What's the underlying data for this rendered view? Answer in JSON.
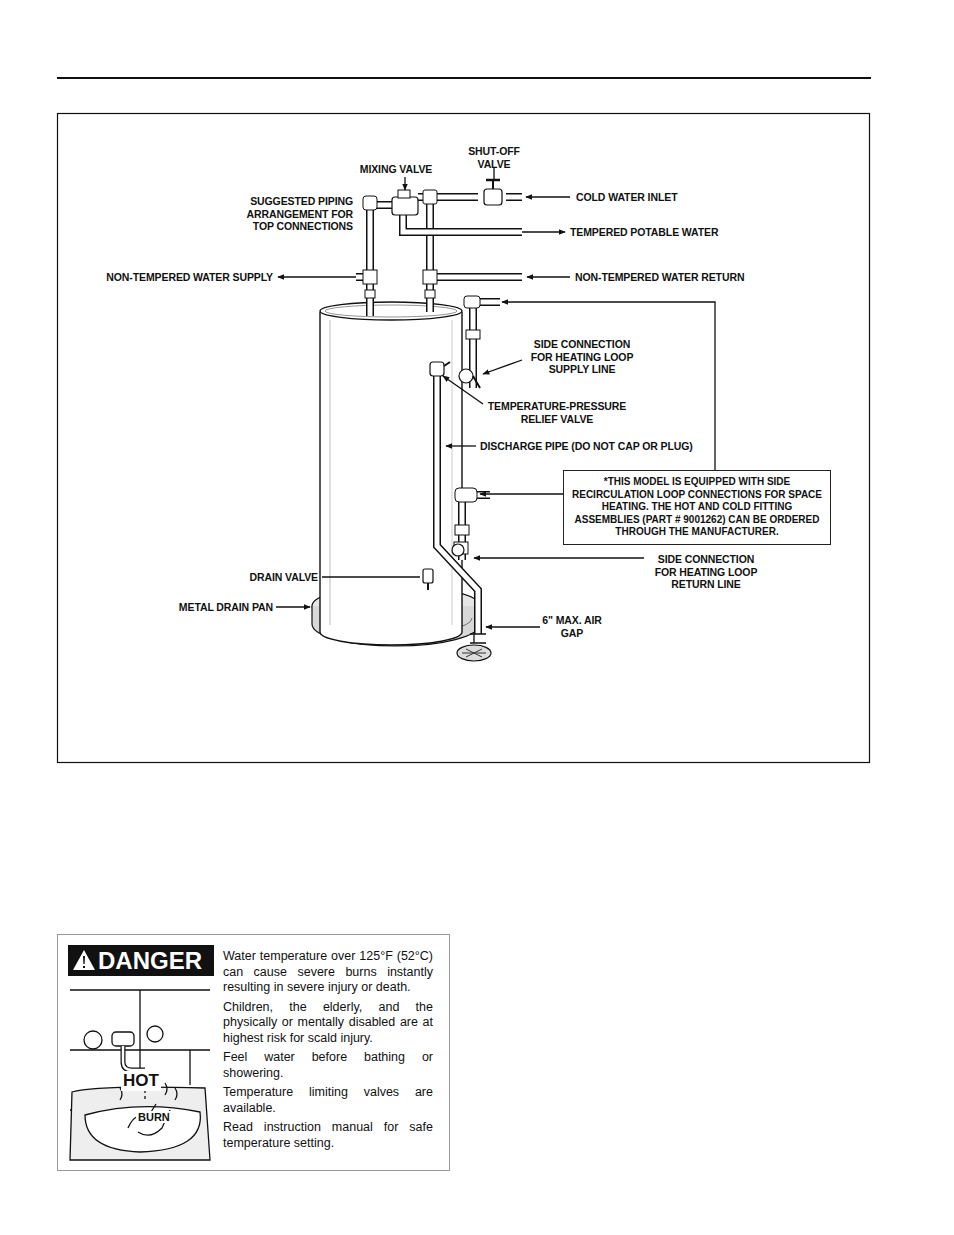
{
  "diagram": {
    "nodes": [
      {
        "text": [
          "*THIS MODEL IS EQUIPPED WITH SIDE RECIRCULATION LOOP CONNECTIONS FOR SPACE HEATING. THE HOT AND COLD FITTING ASSEMBLIES (PART # 9001262) CAN BE ORDERED THROUGH THE MANUFACTURER."
        ]
      },
      {
        "text": [
          "DANGER",
          "Water temperature over 125°F (52°C) can cause severe burns instantly resulting in severe injury or death.",
          "Children, the elderly, and the physically or mentally disabled are at highest risk for scald injury.",
          "Feel water before bathing or showering.",
          "Temperature limiting valves are available.",
          "Read instruction manual for safe temperature setting.",
          "HOT",
          "BURN"
        ]
      }
    ],
    "labels": [
      "SHUT-OFF VALVE",
      "MIXING VALVE",
      "COLD WATER INLET",
      "SUGGESTED PIPING ARRANGEMENT FOR TOP CONNECTIONS",
      "TEMPERED POTABLE WATER",
      "NON-TEMPERED WATER SUPPLY",
      "NON-TEMPERED WATER RETURN",
      "SIDE CONNECTION FOR HEATING LOOP SUPPLY LINE",
      "TEMPERATURE-PRESSURE RELIEF VALVE",
      "DISCHARGE PIPE (DO NOT CAP OR PLUG)",
      "SIDE CONNECTION FOR HEATING LOOP RETURN LINE",
      "DRAIN VALVE",
      "METAL DRAIN PAN",
      "6\" MAX. AIR GAP"
    ]
  }
}
